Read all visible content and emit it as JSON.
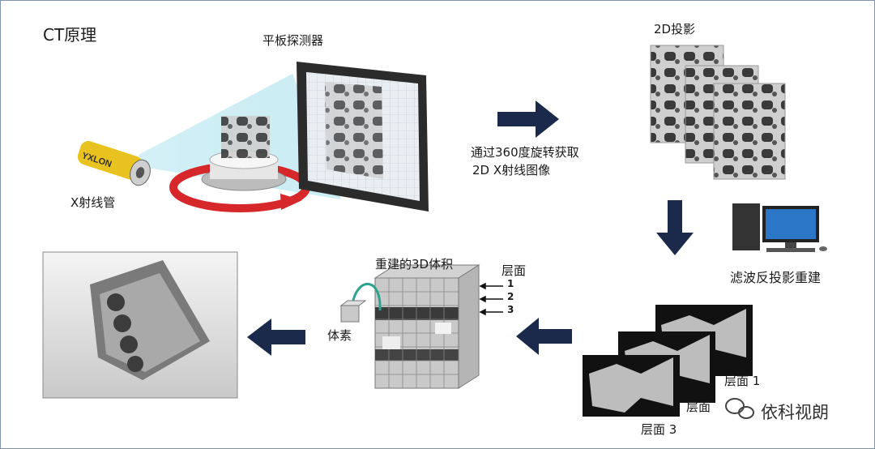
{
  "title": "CT原理",
  "labels": {
    "detector": "平板探测器",
    "xray_tube": "X射线管",
    "tube_brand": "YXLON",
    "rotate_line1": "通过360度旋转获取",
    "rotate_line2": "2D X射线图像",
    "projection_2d": "2D投影",
    "filtered_backprojection": "滤波反投影重建",
    "volume_3d": "重建的3D体积",
    "layers": "层面",
    "voxel": "体素",
    "layer_1": "1",
    "layer_2": "2",
    "layer_3": "3",
    "slice_1": "层面 1",
    "slice_2": "层面",
    "slice_3": "层面 3"
  },
  "watermark": "依科视朗",
  "colors": {
    "arrow": "#1b2a4a",
    "ring": "#d6282b",
    "beam": "#8fd7e6",
    "tube": "#e8c21e"
  }
}
